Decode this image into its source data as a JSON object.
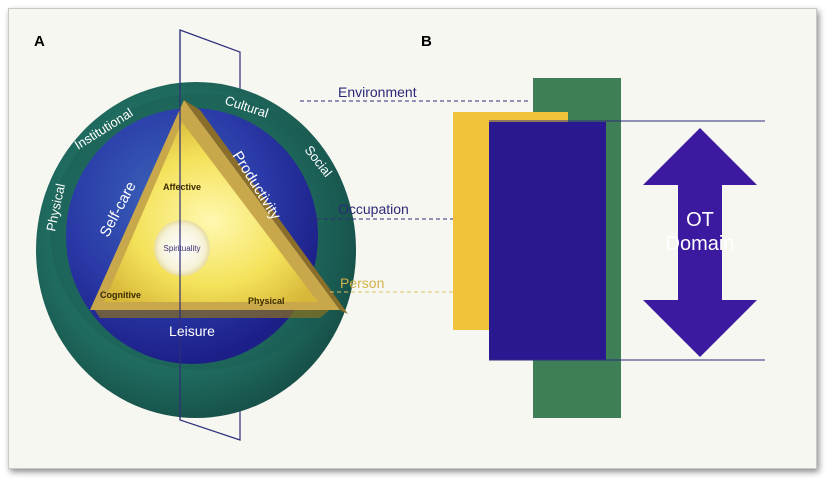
{
  "panels": {
    "a": "A",
    "b": "B"
  },
  "model": {
    "environment_items": [
      "Physical",
      "Institutional",
      "Cultural",
      "Social"
    ],
    "occupation_items": [
      "Self-care",
      "Productivity",
      "Leisure"
    ],
    "person_items": [
      "Affective",
      "Cognitive",
      "Physical"
    ],
    "core": "Spirituality"
  },
  "labels": {
    "environment": "Environment",
    "occupation": "Occupation",
    "person": "Person"
  },
  "ot_domain": {
    "line1": "OT",
    "line2": "Domain"
  },
  "colors": {
    "environment": "#1f6f63",
    "occupation": "#2a1a90",
    "person": "#e8c842",
    "ot_domain": "#3b1aa0",
    "green_bar": "#3e7f57",
    "yellow_bar": "#f0c33a"
  }
}
